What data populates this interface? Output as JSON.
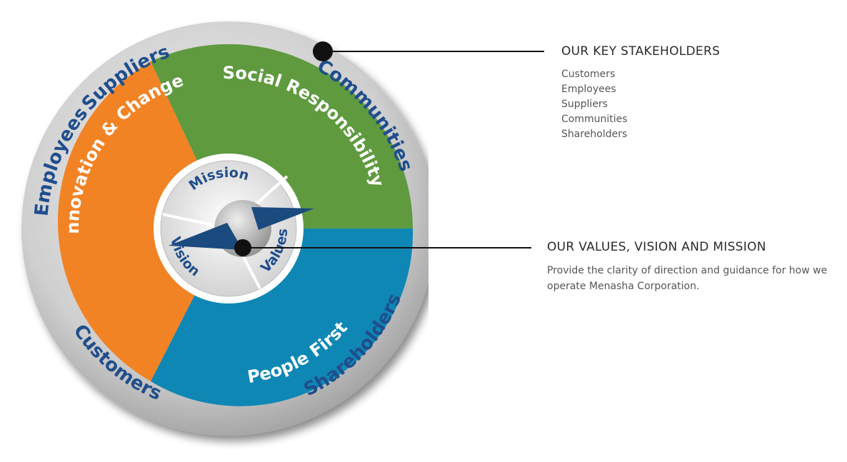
{
  "diagram": {
    "stakeholders_ring": {
      "labels": [
        "Suppliers",
        "Communities",
        "Shareholders",
        "Customers",
        "Employees"
      ]
    },
    "middle_ring": {
      "segments": [
        {
          "label": "Social Responsibility",
          "color": "#5f9a3f"
        },
        {
          "label": "People First",
          "color": "#0e87b5"
        },
        {
          "label": "Innovation & Change",
          "color": "#f28324"
        }
      ]
    },
    "core": {
      "labels": [
        "Mission",
        "Values",
        "Vision"
      ],
      "pointer_color": "#1b4a7e"
    },
    "ring_text_color": "#1f4e8c"
  },
  "callouts": {
    "stakeholders": {
      "heading": "OUR KEY STAKEHOLDERS",
      "items": [
        "Customers",
        "Employees",
        "Suppliers",
        "Communities",
        "Shareholders"
      ]
    },
    "values": {
      "heading": "OUR VALUES, VISION AND MISSION",
      "text": "Provide the clarity of direction and guidance for how we operate Menasha Corporation."
    }
  }
}
